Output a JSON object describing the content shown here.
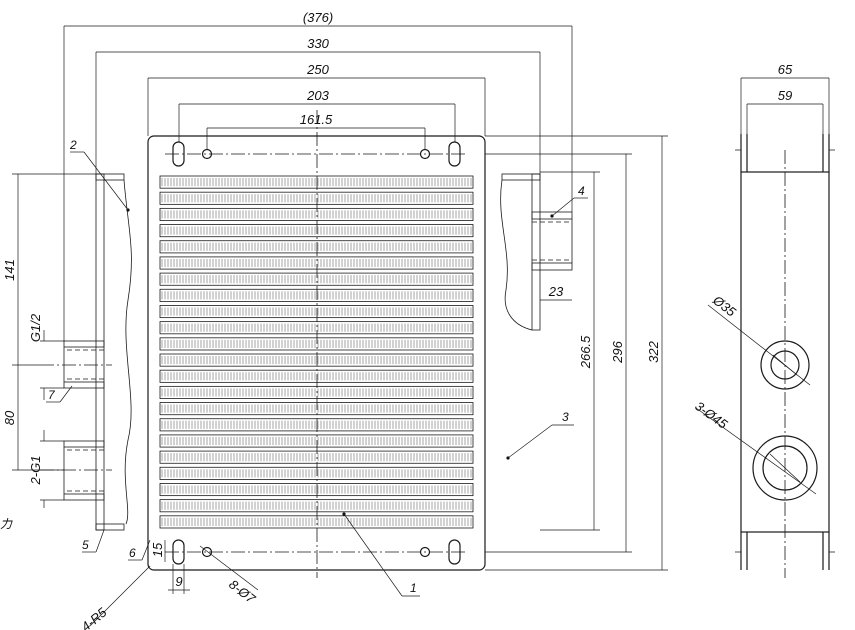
{
  "front_view": {
    "dimensions": {
      "overall_width": "(376)",
      "port_span": "330",
      "plate_width": "250",
      "slot_span": "203",
      "hole_span": "161.5",
      "port_upper_offset": "141",
      "thread_upper": "G1/2",
      "port_spacing": "80",
      "thread_lower": "2-G1",
      "core_height": "266.5",
      "plate_height": "296",
      "overall_height": "322",
      "tank_port_length": "23",
      "hole_edge_offset": "15",
      "slot_edge_offset": "9",
      "mount_holes": "8-Ø7",
      "corner_radius": "4-R5"
    },
    "callouts": [
      "1",
      "2",
      "3",
      "4",
      "5",
      "6",
      "7"
    ],
    "edge_fragment": "力"
  },
  "side_view": {
    "dimensions": {
      "outer_width": "65",
      "inner_width": "59",
      "port_small": "Ø35",
      "port_large": "3-Ø45"
    }
  }
}
